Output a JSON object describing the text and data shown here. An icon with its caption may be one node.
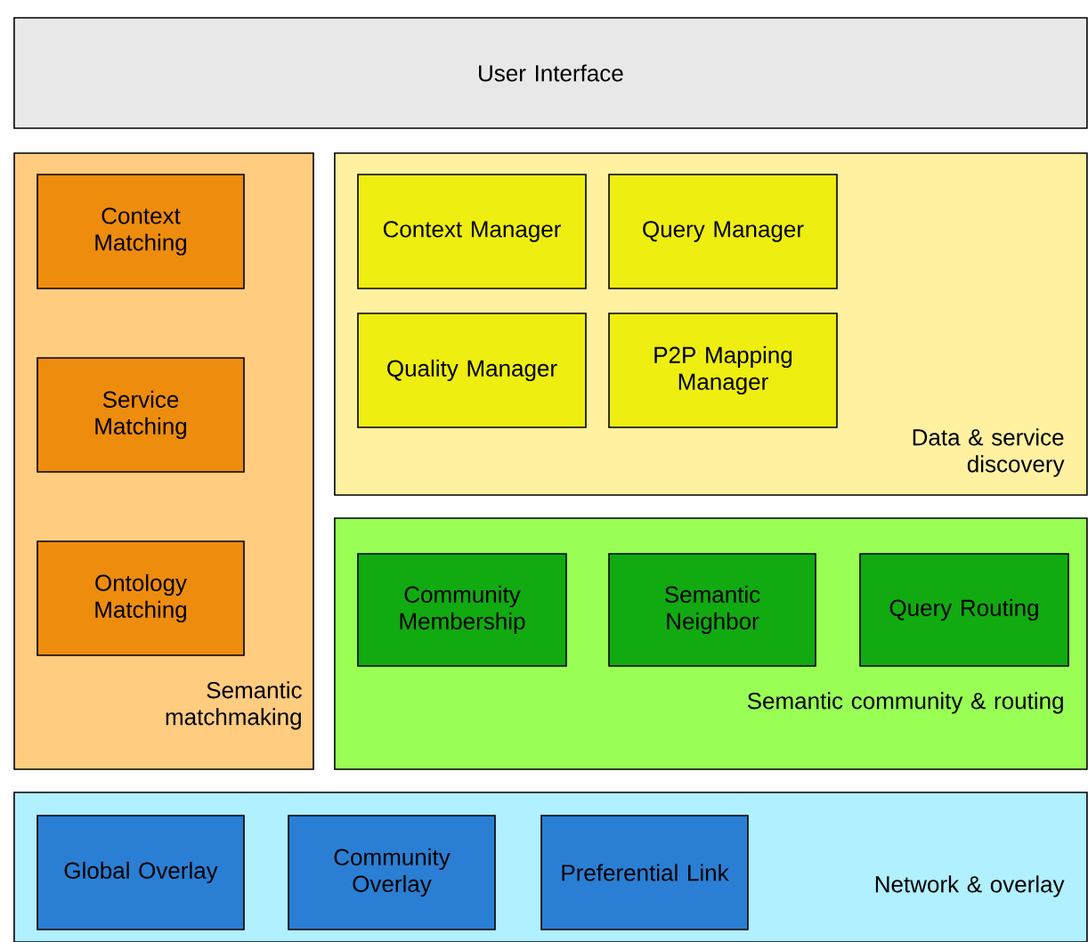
{
  "diagram": {
    "nodes": [
      {
        "text": [
          "User Interface"
        ]
      },
      {
        "text": [
          "Semantic matchmaking"
        ]
      },
      {
        "text": [
          "Context Matching"
        ],
        "in": 1
      },
      {
        "text": [
          "Service Matching"
        ],
        "in": 1
      },
      {
        "text": [
          "Ontology Matching"
        ],
        "in": 1
      },
      {
        "text": [
          "Data & service discovery"
        ]
      },
      {
        "text": [
          "Context Manager"
        ],
        "in": 5
      },
      {
        "text": [
          "Query Manager"
        ],
        "in": 5
      },
      {
        "text": [
          "Quality Manager"
        ],
        "in": 5
      },
      {
        "text": [
          "P2P Mapping Manager"
        ],
        "in": 5
      },
      {
        "text": [
          "Semantic community & routing"
        ]
      },
      {
        "text": [
          "Community Membership"
        ],
        "in": 10
      },
      {
        "text": [
          "Semantic Neighbor"
        ],
        "in": 10
      },
      {
        "text": [
          "Query Routing"
        ],
        "in": 10
      },
      {
        "text": [
          "Network & overlay"
        ]
      },
      {
        "text": [
          "Global Overlay"
        ],
        "in": 14
      },
      {
        "text": [
          "Community Overlay"
        ],
        "in": 14
      },
      {
        "text": [
          "Preferential Link"
        ],
        "in": 14
      }
    ]
  }
}
